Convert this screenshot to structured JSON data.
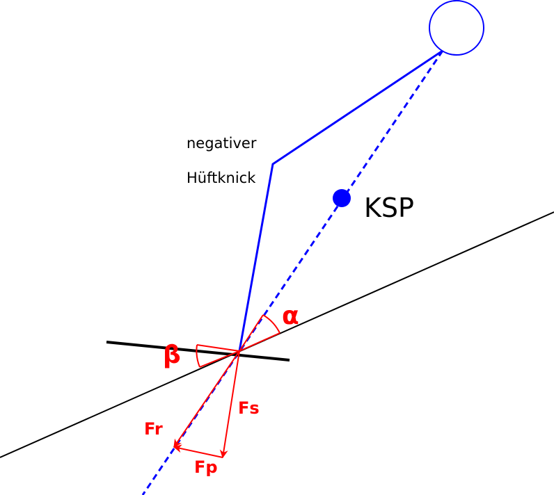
{
  "labels": {
    "hip_line1": "negativer",
    "hip_line2": "Hüftknick",
    "center_of_mass": "KSP",
    "alpha": "α",
    "beta": "β",
    "force_resultant": "Fr",
    "force_s": "Fs",
    "force_p": "Fp"
  },
  "colors": {
    "body": "#0000ff",
    "force": "#ff0000",
    "ground": "#000000"
  }
}
